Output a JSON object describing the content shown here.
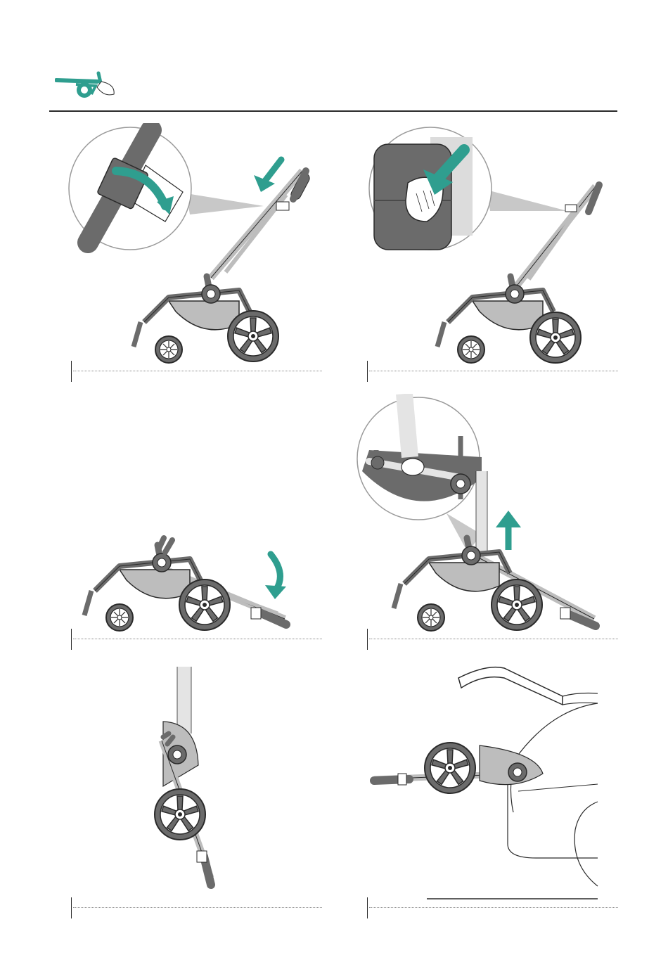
{
  "colors": {
    "accent": "#2f9e8f",
    "frame": "#6b6b6b",
    "frame_light": "#bdbdbd",
    "outline": "#2a2a2a",
    "rule": "#2a2a2a"
  },
  "header": {
    "icon": "stroller-folded-icon"
  },
  "steps": [
    {
      "icons": [
        "handlebar-release-detail",
        "arrow-down-left-icon"
      ]
    },
    {
      "icons": [
        "button-press-detail",
        "arrow-down-left-icon"
      ]
    },
    {
      "icons": [
        "curved-arrow-down-icon"
      ]
    },
    {
      "icons": [
        "lift-handle-detail",
        "arrow-up-icon"
      ]
    },
    {
      "icons": [
        "folded-stroller-icon"
      ]
    },
    {
      "icons": [
        "car-trunk-icon"
      ]
    }
  ]
}
